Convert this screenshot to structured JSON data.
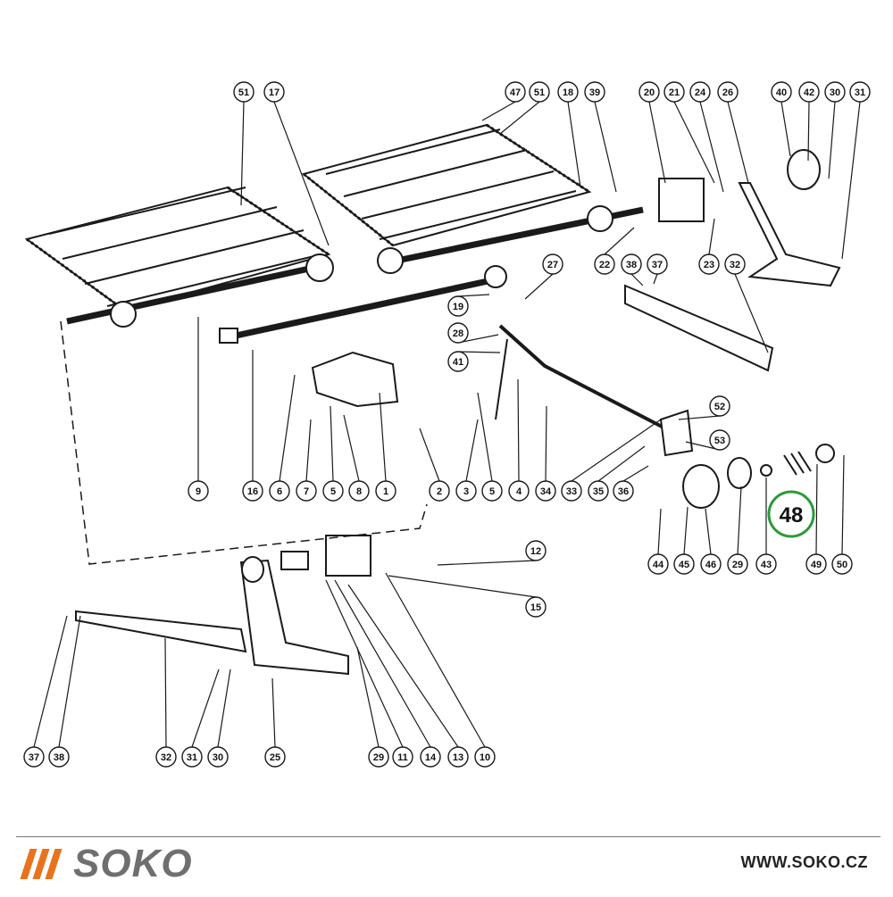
{
  "diagram": {
    "highlight_label": "48",
    "highlight_color": "#2a9a3a",
    "labels": [
      "51",
      "17",
      "47",
      "51",
      "18",
      "39",
      "20",
      "21",
      "24",
      "26",
      "40",
      "42",
      "30",
      "31",
      "22",
      "23",
      "38",
      "37",
      "32",
      "19",
      "27",
      "28",
      "41",
      "52",
      "53",
      "9",
      "16",
      "6",
      "7",
      "5",
      "8",
      "1",
      "2",
      "3",
      "5",
      "4",
      "34",
      "33",
      "35",
      "36",
      "44",
      "45",
      "46",
      "29",
      "43",
      "49",
      "50",
      "12",
      "15",
      "37",
      "38",
      "32",
      "31",
      "30",
      "25",
      "29",
      "11",
      "14",
      "13",
      "10"
    ]
  },
  "footer": {
    "brand": "SOKO",
    "brand_color": "#6f6f6f",
    "accent_color": "#e8731c",
    "url": "WWW.SOKO.CZ"
  }
}
